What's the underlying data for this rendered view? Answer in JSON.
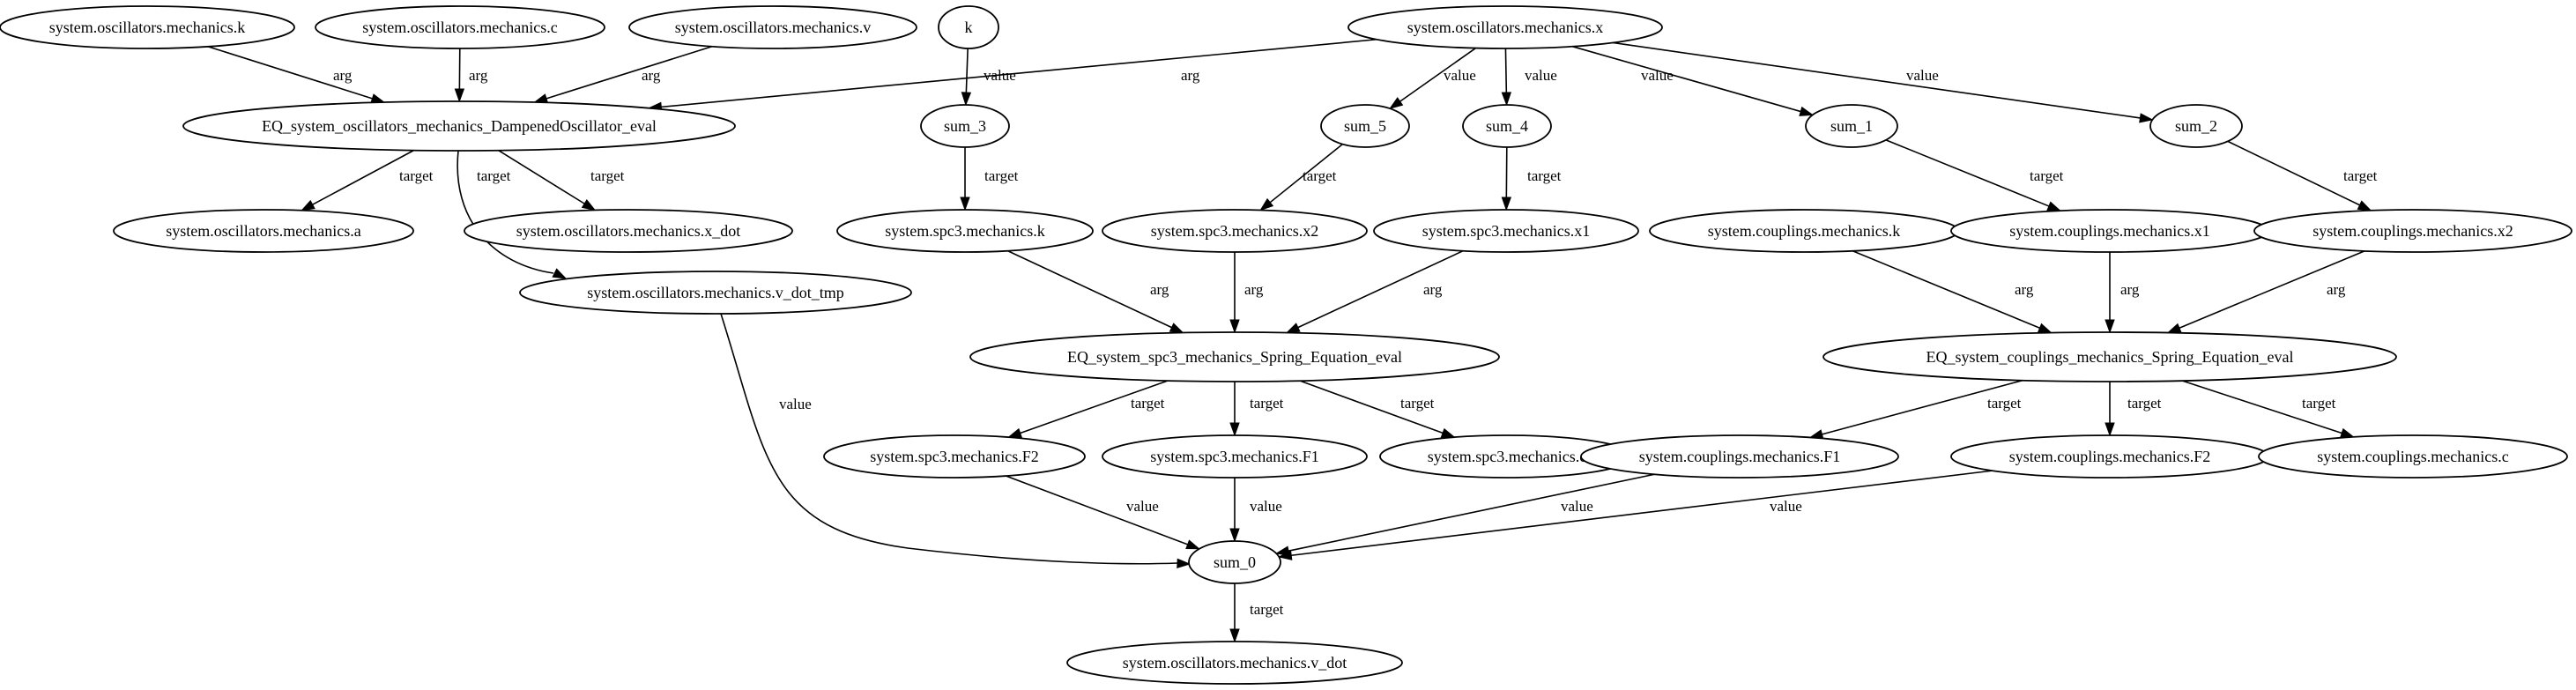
{
  "graph": {
    "nodes": [
      {
        "id": "osc_k",
        "label": "system.oscillators.mechanics.k"
      },
      {
        "id": "osc_c",
        "label": "system.oscillators.mechanics.c"
      },
      {
        "id": "osc_v",
        "label": "system.oscillators.mechanics.v"
      },
      {
        "id": "k",
        "label": "k"
      },
      {
        "id": "osc_x",
        "label": "system.oscillators.mechanics.x"
      },
      {
        "id": "eq_osc",
        "label": "EQ_system_oscillators_mechanics_DampenedOscillator_eval"
      },
      {
        "id": "sum_3",
        "label": "sum_3"
      },
      {
        "id": "sum_5",
        "label": "sum_5"
      },
      {
        "id": "sum_4",
        "label": "sum_4"
      },
      {
        "id": "sum_1",
        "label": "sum_1"
      },
      {
        "id": "sum_2",
        "label": "sum_2"
      },
      {
        "id": "osc_a",
        "label": "system.oscillators.mechanics.a"
      },
      {
        "id": "osc_xdot",
        "label": "system.oscillators.mechanics.x_dot"
      },
      {
        "id": "spc3_k",
        "label": "system.spc3.mechanics.k"
      },
      {
        "id": "spc3_x2",
        "label": "system.spc3.mechanics.x2"
      },
      {
        "id": "spc3_x1",
        "label": "system.spc3.mechanics.x1"
      },
      {
        "id": "cpl_k",
        "label": "system.couplings.mechanics.k"
      },
      {
        "id": "cpl_x1",
        "label": "system.couplings.mechanics.x1"
      },
      {
        "id": "cpl_x2",
        "label": "system.couplings.mechanics.x2"
      },
      {
        "id": "osc_vdottmp",
        "label": "system.oscillators.mechanics.v_dot_tmp"
      },
      {
        "id": "eq_spc3",
        "label": "EQ_system_spc3_mechanics_Spring_Equation_eval"
      },
      {
        "id": "eq_cpl",
        "label": "EQ_system_couplings_mechanics_Spring_Equation_eval"
      },
      {
        "id": "spc3_F2",
        "label": "system.spc3.mechanics.F2"
      },
      {
        "id": "spc3_F1",
        "label": "system.spc3.mechanics.F1"
      },
      {
        "id": "spc3_c",
        "label": "system.spc3.mechanics.c"
      },
      {
        "id": "cpl_F1",
        "label": "system.couplings.mechanics.F1"
      },
      {
        "id": "cpl_F2",
        "label": "system.couplings.mechanics.F2"
      },
      {
        "id": "cpl_c",
        "label": "system.couplings.mechanics.c"
      },
      {
        "id": "sum_0",
        "label": "sum_0"
      },
      {
        "id": "osc_vdot",
        "label": "system.oscillators.mechanics.v_dot"
      }
    ],
    "edges": [
      {
        "from": "osc_k",
        "to": "eq_osc",
        "label": "arg"
      },
      {
        "from": "osc_c",
        "to": "eq_osc",
        "label": "arg"
      },
      {
        "from": "osc_v",
        "to": "eq_osc",
        "label": "arg"
      },
      {
        "from": "osc_x",
        "to": "eq_osc",
        "label": "arg"
      },
      {
        "from": "k",
        "to": "sum_3",
        "label": "value"
      },
      {
        "from": "osc_x",
        "to": "sum_5",
        "label": "value"
      },
      {
        "from": "osc_x",
        "to": "sum_4",
        "label": "value"
      },
      {
        "from": "osc_x",
        "to": "sum_1",
        "label": "value"
      },
      {
        "from": "osc_x",
        "to": "sum_2",
        "label": "value"
      },
      {
        "from": "eq_osc",
        "to": "osc_a",
        "label": "target"
      },
      {
        "from": "eq_osc",
        "to": "osc_vdottmp",
        "label": "target"
      },
      {
        "from": "eq_osc",
        "to": "osc_xdot",
        "label": "target"
      },
      {
        "from": "sum_3",
        "to": "spc3_k",
        "label": "target"
      },
      {
        "from": "sum_5",
        "to": "spc3_x2",
        "label": "target"
      },
      {
        "from": "sum_4",
        "to": "spc3_x1",
        "label": "target"
      },
      {
        "from": "sum_1",
        "to": "cpl_x1",
        "label": "target"
      },
      {
        "from": "sum_2",
        "to": "cpl_x2",
        "label": "target"
      },
      {
        "from": "spc3_k",
        "to": "eq_spc3",
        "label": "arg"
      },
      {
        "from": "spc3_x2",
        "to": "eq_spc3",
        "label": "arg"
      },
      {
        "from": "spc3_x1",
        "to": "eq_spc3",
        "label": "arg"
      },
      {
        "from": "cpl_k",
        "to": "eq_cpl",
        "label": "arg"
      },
      {
        "from": "cpl_x1",
        "to": "eq_cpl",
        "label": "arg"
      },
      {
        "from": "cpl_x2",
        "to": "eq_cpl",
        "label": "arg"
      },
      {
        "from": "osc_vdottmp",
        "to": "sum_0",
        "label": "value"
      },
      {
        "from": "eq_spc3",
        "to": "spc3_F2",
        "label": "target"
      },
      {
        "from": "eq_spc3",
        "to": "spc3_F1",
        "label": "target"
      },
      {
        "from": "eq_spc3",
        "to": "spc3_c",
        "label": "target"
      },
      {
        "from": "eq_cpl",
        "to": "cpl_F1",
        "label": "target"
      },
      {
        "from": "eq_cpl",
        "to": "cpl_F2",
        "label": "target"
      },
      {
        "from": "eq_cpl",
        "to": "cpl_c",
        "label": "target"
      },
      {
        "from": "spc3_F2",
        "to": "sum_0",
        "label": "value"
      },
      {
        "from": "spc3_F1",
        "to": "sum_0",
        "label": "value"
      },
      {
        "from": "cpl_F1",
        "to": "sum_0",
        "label": "value"
      },
      {
        "from": "cpl_F2",
        "to": "sum_0",
        "label": "value"
      },
      {
        "from": "sum_0",
        "to": "osc_vdot",
        "label": "target"
      }
    ]
  }
}
